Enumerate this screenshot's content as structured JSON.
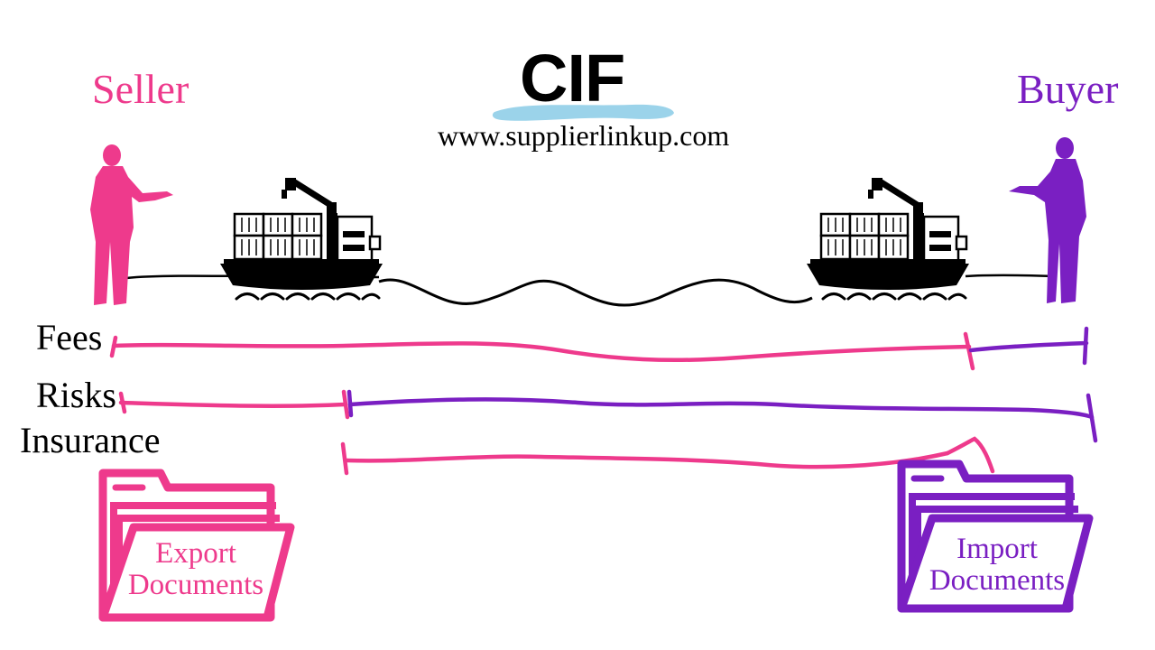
{
  "title": "CIF",
  "website": "www.supplierlinkup.com",
  "parties": {
    "seller": "Seller",
    "buyer": "Buyer"
  },
  "rows": {
    "fees": "Fees",
    "risks": "Risks",
    "insurance": "Insurance"
  },
  "documents": {
    "export_line1": "Export",
    "export_line2": "Documents",
    "import_line1": "Import",
    "import_line2": "Documents"
  },
  "colors": {
    "seller": "#ee3a8c",
    "buyer": "#7a1fc2",
    "highlight": "#9bd3ea",
    "ink": "#000000"
  },
  "icons": [
    "seller-person-icon",
    "buyer-person-icon",
    "cargo-ship-icon",
    "folder-icon"
  ]
}
